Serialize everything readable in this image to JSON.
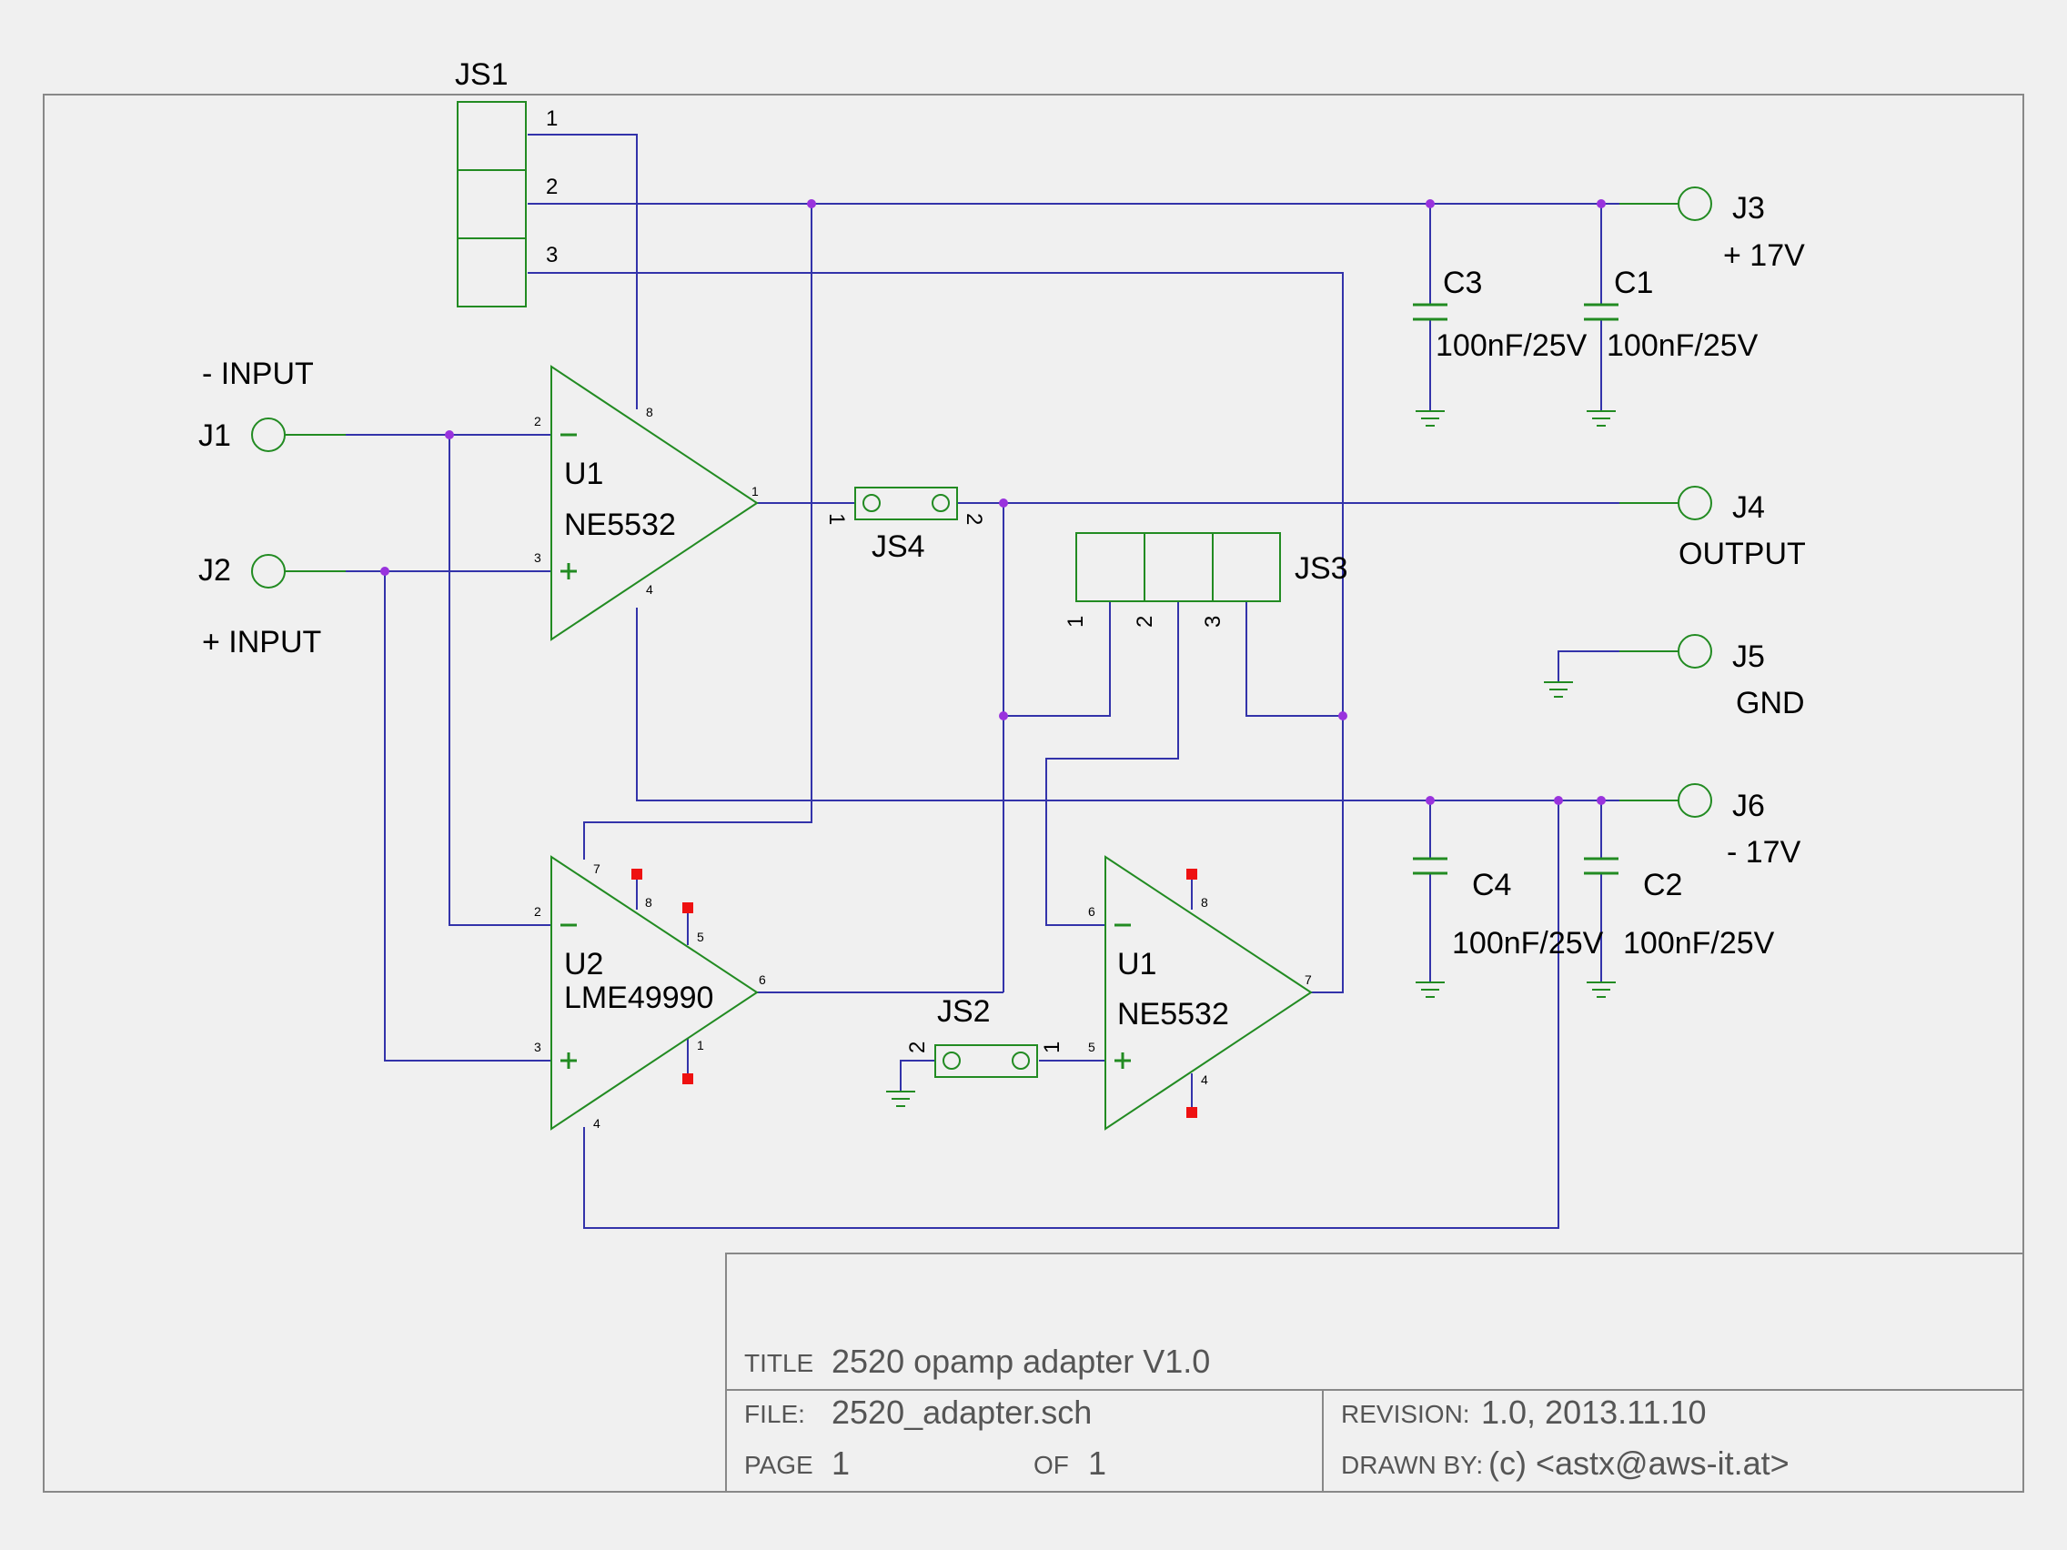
{
  "colors": {
    "background": "#f0f0f0",
    "wire": "#3333aa",
    "component": "#228b22",
    "junction": "#9933dd",
    "unconnected_pin": "#ee1111",
    "text": "#000000",
    "title_block_text": "#555555"
  },
  "connectors": {
    "j1": {
      "ref": "J1",
      "caption": "- INPUT"
    },
    "j2": {
      "ref": "J2",
      "caption": "+ INPUT"
    },
    "j3": {
      "ref": "J3",
      "caption": "+ 17V"
    },
    "j4": {
      "ref": "J4",
      "caption": "OUTPUT"
    },
    "j5": {
      "ref": "J5",
      "caption": "GND"
    },
    "j6": {
      "ref": "J6",
      "caption": "- 17V"
    }
  },
  "jumpers": {
    "js1": {
      "ref": "JS1",
      "pins": [
        "1",
        "2",
        "3"
      ]
    },
    "js2": {
      "ref": "JS2",
      "pins": [
        "1",
        "2"
      ]
    },
    "js3": {
      "ref": "JS3",
      "pins": [
        "1",
        "2",
        "3"
      ]
    },
    "js4": {
      "ref": "JS4",
      "pins": [
        "1",
        "2"
      ]
    }
  },
  "opamps": {
    "u1a": {
      "ref": "U1",
      "value": "NE5532",
      "pins": {
        "inv": "2",
        "noninv": "3",
        "out": "1",
        "vplus": "8",
        "vminus": "4"
      }
    },
    "u2": {
      "ref": "U2",
      "value": "LME49990",
      "pins": {
        "inv": "2",
        "noninv": "3",
        "out": "6",
        "vplus": "7",
        "vminus": "4",
        "p8": "8",
        "p5": "5",
        "p1": "1"
      }
    },
    "u1b": {
      "ref": "U1",
      "value": "NE5532",
      "pins": {
        "inv": "6",
        "noninv": "5",
        "out": "7",
        "vplus": "8",
        "vminus": "4"
      }
    }
  },
  "capacitors": {
    "c1": {
      "ref": "C1",
      "value": "100nF/25V"
    },
    "c2": {
      "ref": "C2",
      "value": "100nF/25V"
    },
    "c3": {
      "ref": "C3",
      "value": "100nF/25V"
    },
    "c4": {
      "ref": "C4",
      "value": "100nF/25V"
    }
  },
  "title_block": {
    "title_label": "TITLE",
    "title": "2520 opamp adapter V1.0",
    "file_label": "FILE:",
    "file": "2520_adapter.sch",
    "revision_label": "REVISION:",
    "revision": "1.0, 2013.11.10",
    "page_label": "PAGE",
    "page": "1",
    "of_label": "OF",
    "of": "1",
    "drawn_by_label": "DRAWN BY:",
    "drawn_by": "(c) <astx@aws-it.at>"
  }
}
